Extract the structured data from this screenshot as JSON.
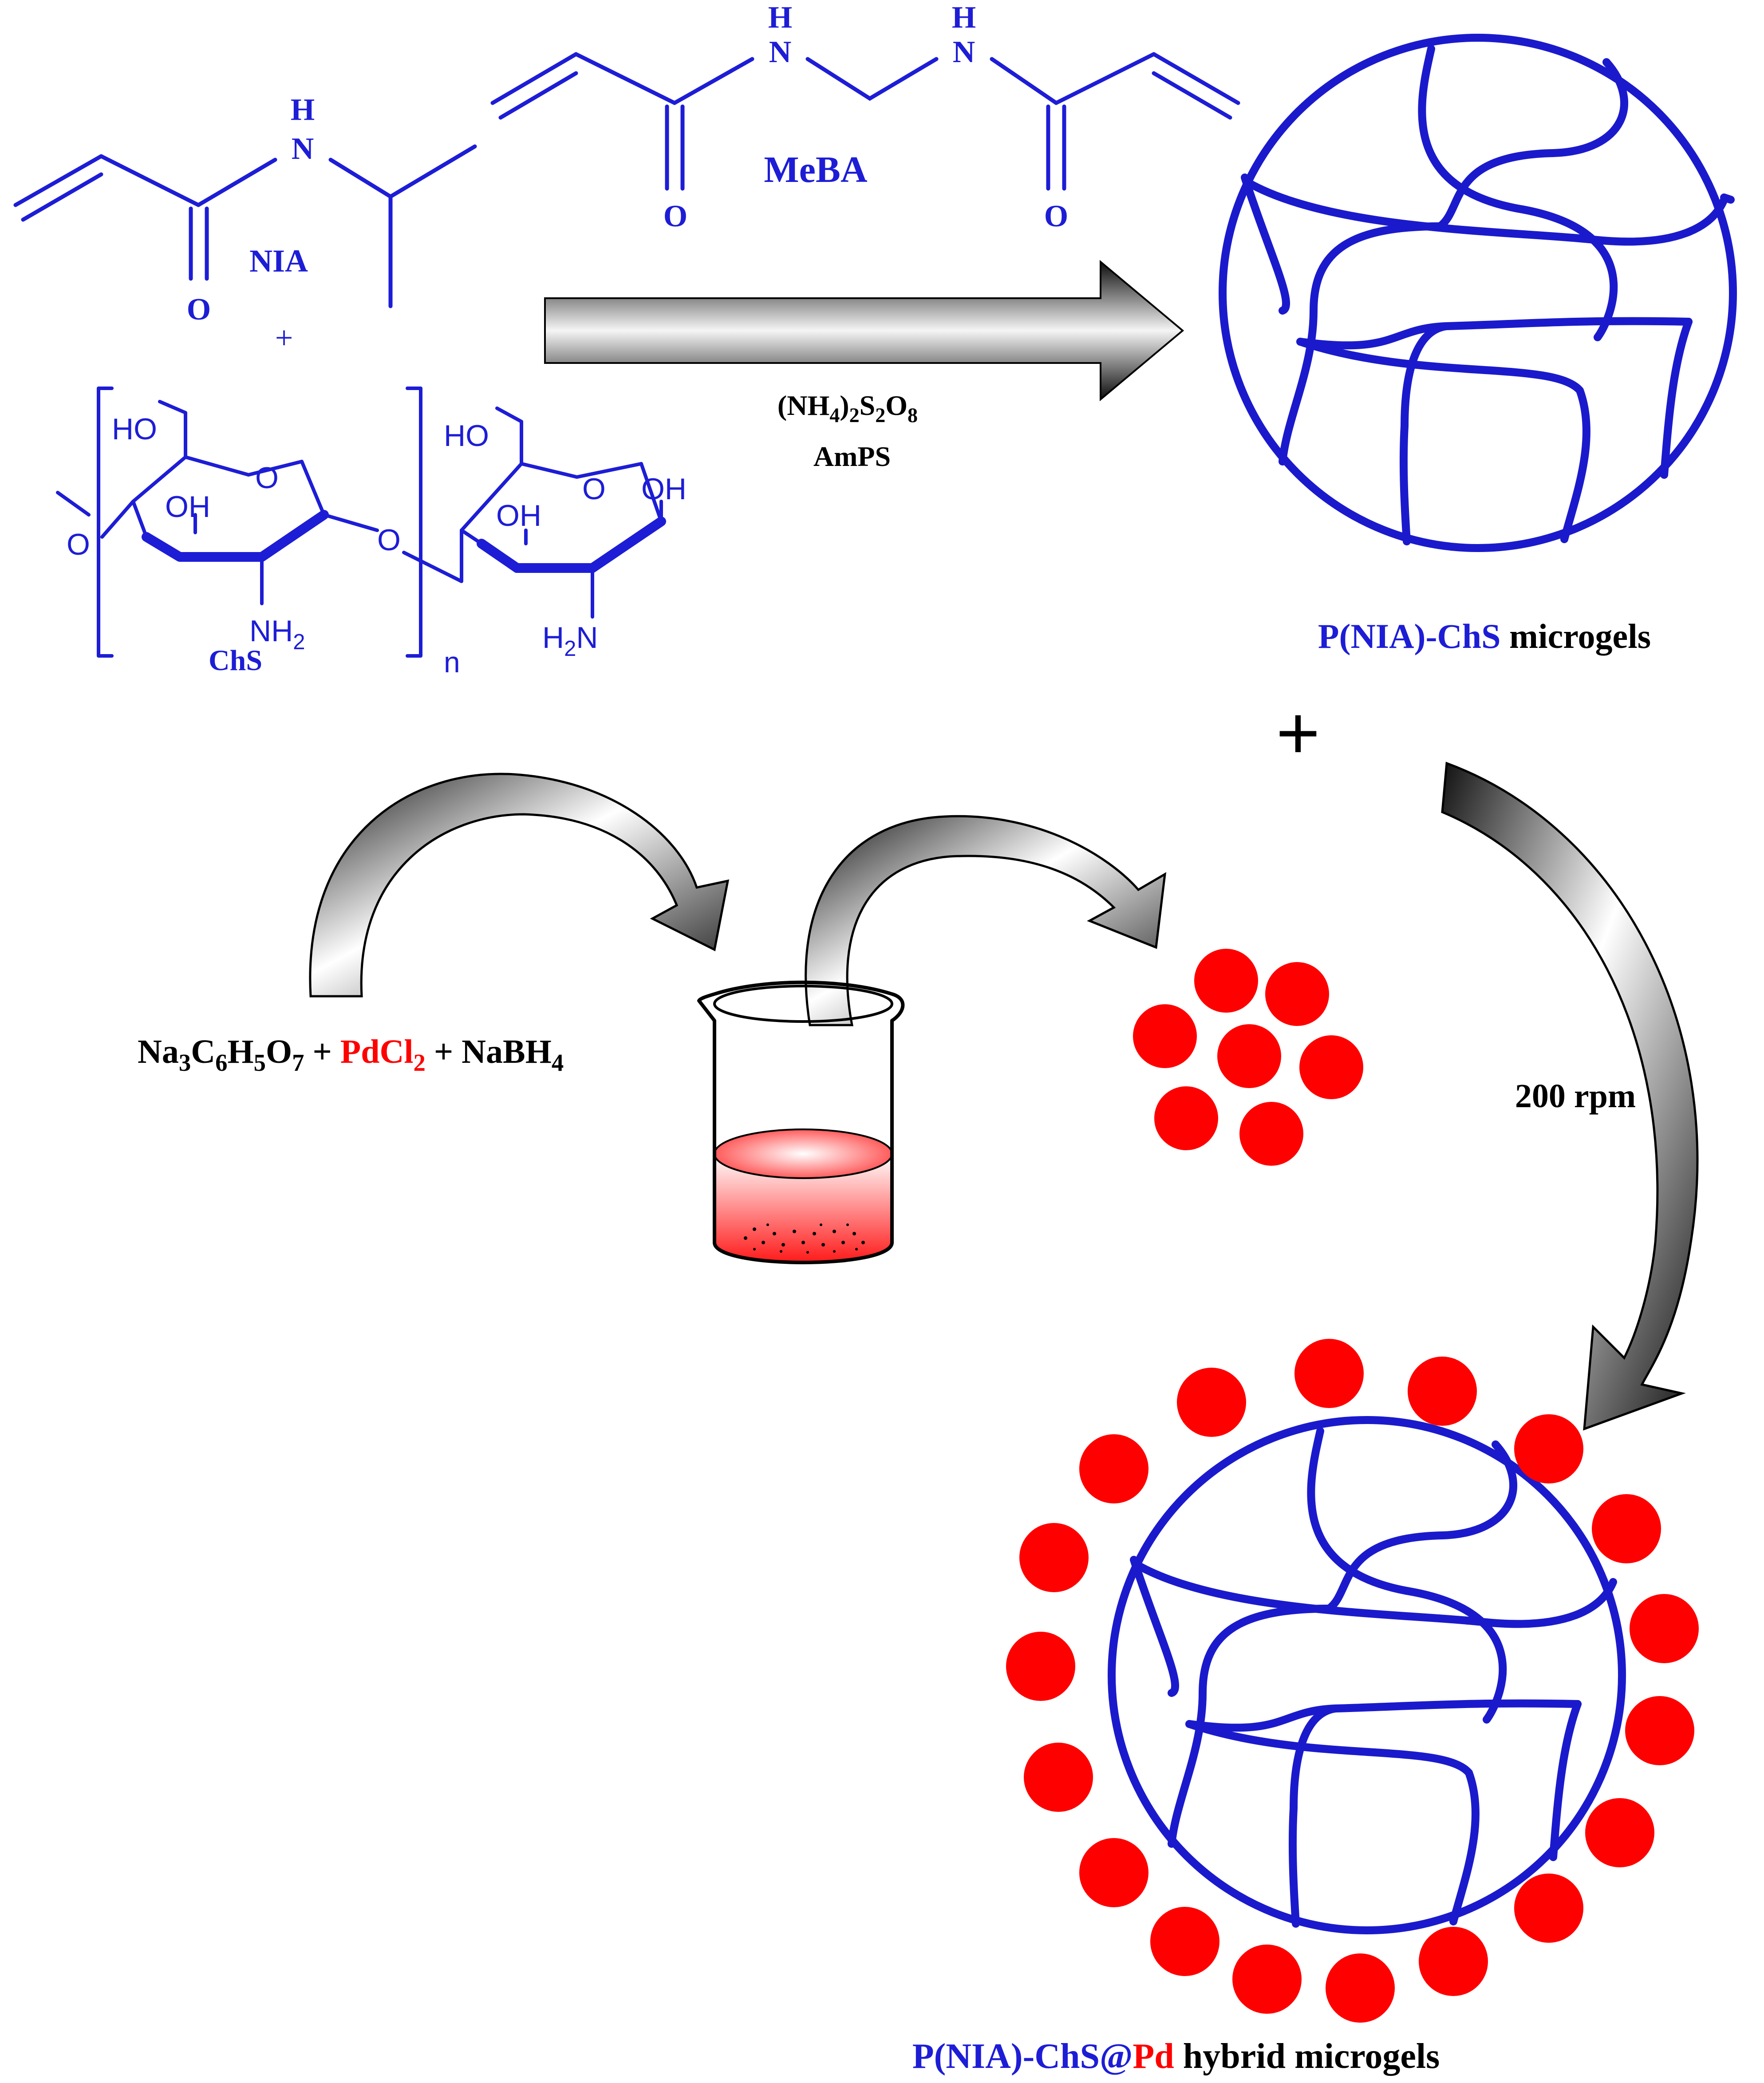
{
  "colors": {
    "structure_blue": "#1d1dd6",
    "microgel_blue": "#1a1acc",
    "pd_red": "#ff0000",
    "text_black": "#000000",
    "arrow_dark": "#1a1a1a",
    "arrow_light": "#ffffff"
  },
  "molecules": {
    "nia": {
      "label": "NIA",
      "atom_h": "H",
      "atom_n": "N",
      "atom_o": "O"
    },
    "meba": {
      "label": "MeBA",
      "atom_h1": "H",
      "atom_n1": "N",
      "atom_h2": "H",
      "atom_n2": "N",
      "atom_o1": "O",
      "atom_o2": "O"
    },
    "plus_small": "+",
    "chs": {
      "label": "ChS",
      "ho_left": "HO",
      "oh_left": "OH",
      "ring_o_left": "O",
      "nh_left": "NH",
      "nh_left_sub": "2",
      "bridge_o": "O",
      "ho_right": "HO",
      "oh_right_ring": "OH",
      "ring_o_right": "O",
      "oh_right_anomeric": "OH",
      "h2n_h": "H",
      "h2n_sub": "2",
      "h2n_n": "N",
      "chain_o": "O",
      "repeat_n": "n"
    }
  },
  "reaction1": {
    "reagent_parts": [
      "(NH",
      "4",
      ")",
      "2",
      "S",
      "2",
      "O",
      "8"
    ],
    "reagent_name": "AmPS"
  },
  "microgel_product": {
    "label_colored": "P(NIA)-ChS",
    "label_plain": " microgels"
  },
  "plus_big": "+",
  "pd_synthesis": {
    "na": "Na",
    "na_sub": "3",
    "c": "C",
    "c_sub": "6",
    "h": "H",
    "h_sub": "5",
    "o": "O",
    "o_sub": "7",
    "plus1": " + ",
    "pdcl": "PdCl",
    "pdcl_sub": "2",
    "plus2": " + ",
    "nabh": "NaBH",
    "nabh_sub": "4"
  },
  "stirring": {
    "label": "200 rpm"
  },
  "hybrid_product": {
    "label_part1": "P(NIA)-ChS@",
    "label_part2": "Pd",
    "label_part3": " hybrid microgels"
  }
}
